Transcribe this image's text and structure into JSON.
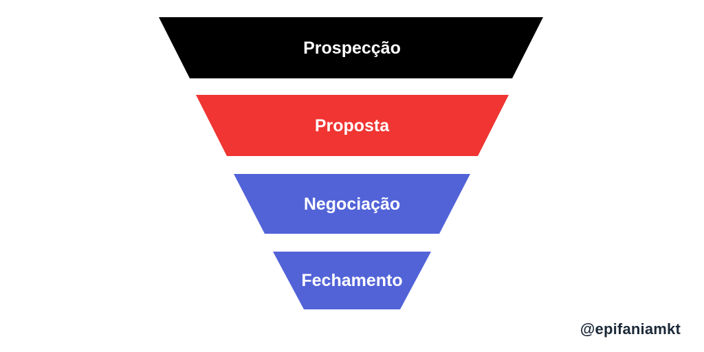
{
  "funnel": {
    "stages": [
      {
        "label": "Prospecção",
        "color": "#000000"
      },
      {
        "label": "Proposta",
        "color": "#f03532"
      },
      {
        "label": "Negociação",
        "color": "#5263d8"
      },
      {
        "label": "Fechamento",
        "color": "#5263d8"
      }
    ]
  },
  "footer": {
    "handle": "@epifaniamkt"
  }
}
